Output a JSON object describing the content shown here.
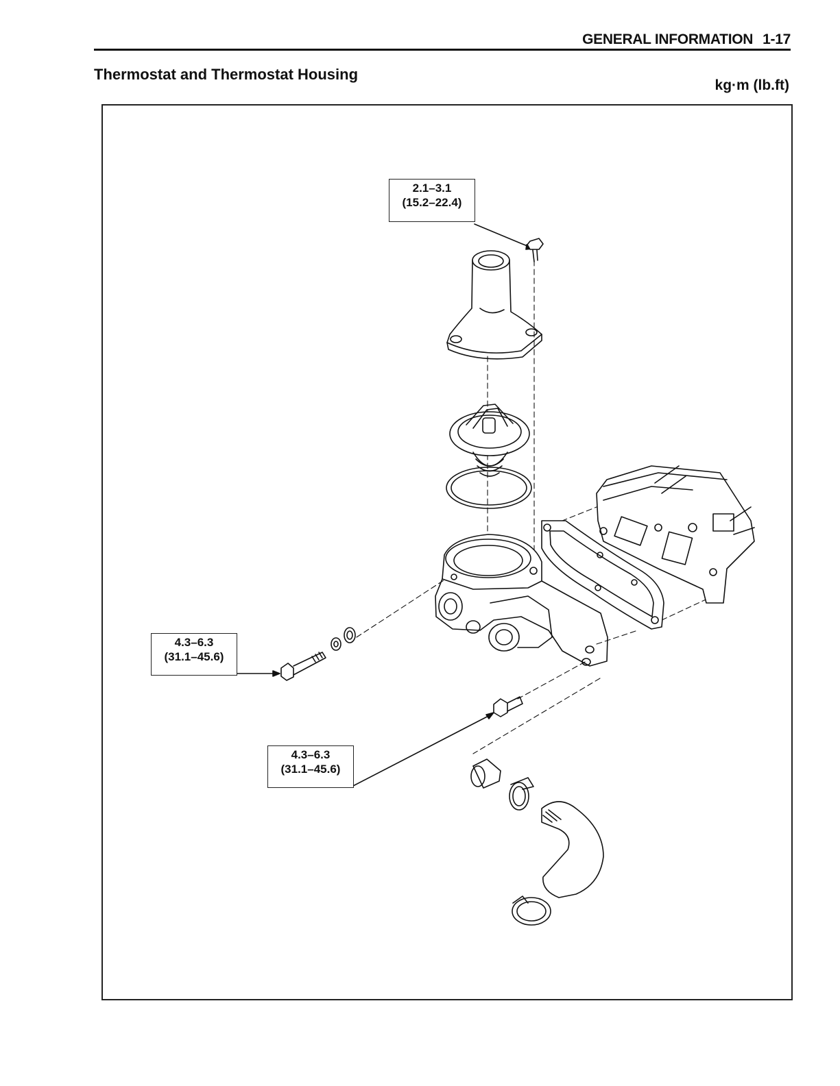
{
  "header": {
    "section": "GENERAL INFORMATION",
    "page": "1-17"
  },
  "section_title": "Thermostat and Thermostat Housing",
  "units": "kg·m (lb.ft)",
  "torque_specs": {
    "housing_cover_bolt": {
      "metric": "2.1–3.1",
      "imperial": "(15.2–22.4)"
    },
    "long_bolt": {
      "metric": "4.3–6.3",
      "imperial": "(31.1–45.6)"
    },
    "lower_bolt": {
      "metric": "4.3–6.3",
      "imperial": "(31.1–45.6)"
    }
  }
}
